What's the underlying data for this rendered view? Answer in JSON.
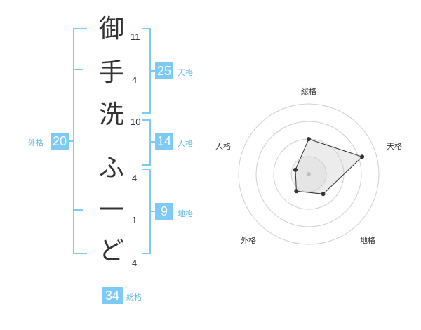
{
  "name_chars": [
    {
      "char": "御",
      "strokes": "11"
    },
    {
      "char": "手",
      "strokes": "4"
    },
    {
      "char": "洗",
      "strokes": "10"
    },
    {
      "char": "ふ",
      "strokes": "4"
    },
    {
      "char": "一",
      "strokes": "1"
    },
    {
      "char": "ど",
      "strokes": "4"
    }
  ],
  "kaku": {
    "tenkaku": {
      "value": "25",
      "label": "天格"
    },
    "jinkaku": {
      "value": "14",
      "label": "人格"
    },
    "chikaku": {
      "value": "9",
      "label": "地格"
    },
    "gaikaku": {
      "value": "20",
      "label": "外格"
    },
    "soukaku": {
      "value": "34",
      "label": "総格"
    }
  },
  "colors": {
    "accent": "#7dcaf6",
    "accent_text": "#5fb8ea"
  },
  "radar": {
    "axes": [
      "総格",
      "天格",
      "地格",
      "外格",
      "人格"
    ],
    "levels": 4,
    "values": [
      0.5,
      0.8,
      0.35,
      0.3,
      0.2
    ]
  }
}
